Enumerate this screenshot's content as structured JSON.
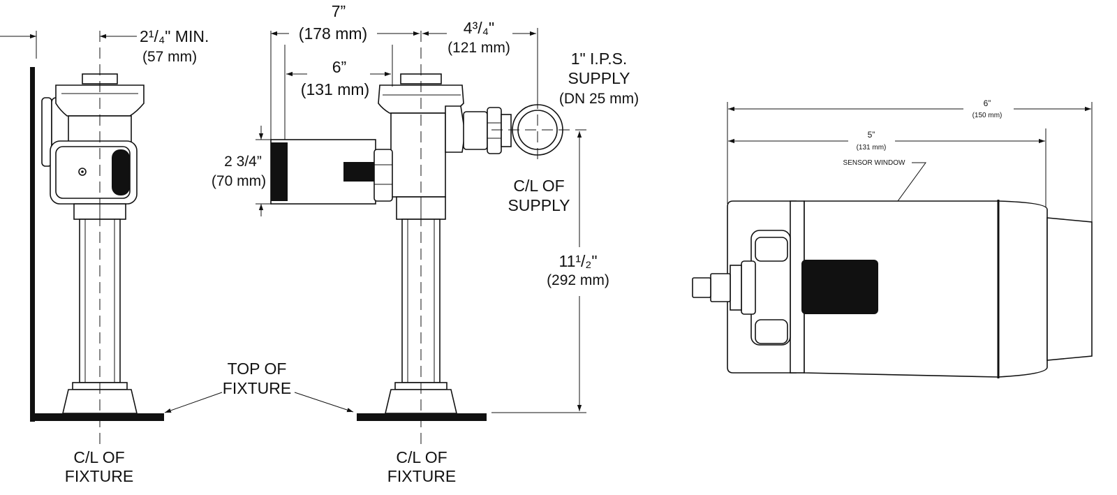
{
  "side_view": {
    "min_clearance": "2¹/₄\" MIN.",
    "min_clearance_mm": "(57 mm)",
    "fixture_cl_line1": "C/L OF",
    "fixture_cl_line2": "FIXTURE"
  },
  "front_view": {
    "overall_width": "7”",
    "overall_width_mm": "(178 mm)",
    "body_width": "6”",
    "body_width_mm": "(131 mm)",
    "supply_offset": "4³/₄\"",
    "supply_offset_mm": "(121 mm)",
    "sensor_height": "2 3/4”",
    "sensor_height_mm": "(70 mm)",
    "supply_line1": "1\" I.P.S.",
    "supply_line2": "SUPPLY",
    "supply_line3": "(DN 25 mm)",
    "supply_cl_line1": "C/L OF",
    "supply_cl_line2": "SUPPLY",
    "rough_height": "11¹/₂\"",
    "rough_height_mm": "(292 mm)",
    "top_fixture_line1": "TOP OF",
    "top_fixture_line2": "FIXTURE",
    "fixture_cl_line1": "C/L OF",
    "fixture_cl_line2": "FIXTURE"
  },
  "top_view": {
    "overall": "6”",
    "overall_mm": "(150 mm)",
    "body": "5”",
    "body_mm": "(131 mm)",
    "sensor_window": "SENSOR WINDOW"
  }
}
